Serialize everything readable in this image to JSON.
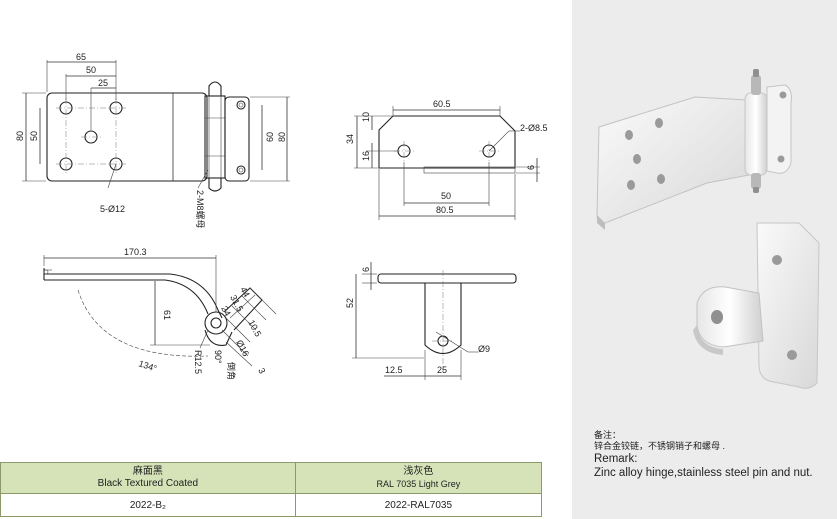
{
  "drawing": {
    "top_view": {
      "width_65": "65",
      "width_50": "50",
      "width_25": "25",
      "height_80": "80",
      "height_50": "50",
      "right_60": "60",
      "right_80": "80",
      "holes_note": "5-Ø12",
      "bolt_note": "2-M8螺母"
    },
    "leaf_view": {
      "width_60_5": "60.5",
      "holes_note": "2-Ø8.5",
      "height_34": "34",
      "height_10": "10",
      "height_16": "16",
      "slot_6": "6",
      "width_50": "50",
      "width_80_5": "80.5"
    },
    "side_view": {
      "length_170_3": "170.3",
      "height_61": "61",
      "angle_134": "134°",
      "dim_44": "44",
      "dim_31_5": "31.5",
      "dim_24": "24",
      "dim_10_5": "10.5",
      "dim_16": "Ø16",
      "dim_3": "3",
      "radius_12_5": "R12.5",
      "angle_90": "90°",
      "note_corner": "倒角"
    },
    "front_view": {
      "top_6": "6",
      "height_52": "52",
      "pin_9": "Ø9",
      "offset_12_5": "12.5",
      "width_25": "25"
    }
  },
  "finish_table": {
    "columns": [
      {
        "cn": "麻面黑",
        "en": "Black Textured Coated",
        "code": "2022-B₂"
      },
      {
        "cn": "浅灰色",
        "en": "RAL 7035 Light Grey",
        "code": "2022-RAL7035"
      }
    ]
  },
  "remark": {
    "cn_label": "备注：",
    "cn_text": "锌合金铰链，不锈钢销子和螺母 .",
    "en_label": "Remark:",
    "en_text": "Zinc alloy hinge,stainless steel pin and nut."
  },
  "colors": {
    "table_header_bg": "#d6e3b9",
    "side_panel_bg": "#ececec",
    "product_finish": "#f2f2f2"
  }
}
